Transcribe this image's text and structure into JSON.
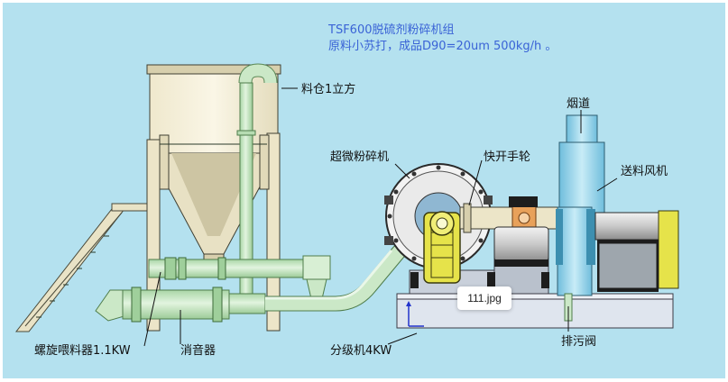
{
  "title": {
    "line1": "TSF600脱硫剂粉碎机组",
    "line2": "原料小苏打，成品D90=20um  500kg/h 。"
  },
  "labels": {
    "silo": "料仓1立方",
    "flue": "烟道",
    "mill": "超微粉碎机",
    "handwheel": "快开手轮",
    "fan": "送料风机",
    "screw_feeder": "螺旋喂料器1.1KW",
    "silencer": "消音器",
    "classifier": "分级机4KW",
    "drain_valve": "排污阀"
  },
  "image_chip": {
    "label": "111.jpg"
  },
  "colors": {
    "background": "#ffffff",
    "sky": "#b4e1ef",
    "silo": "#ece5c8",
    "silo_hopper": "#cdc5a3",
    "pipe": "#cbe8c7",
    "base": "#dfe5ee",
    "fan": "#8ecde6",
    "motor_yellow": "#e6e34a",
    "title_blue": "#3a63d6"
  }
}
